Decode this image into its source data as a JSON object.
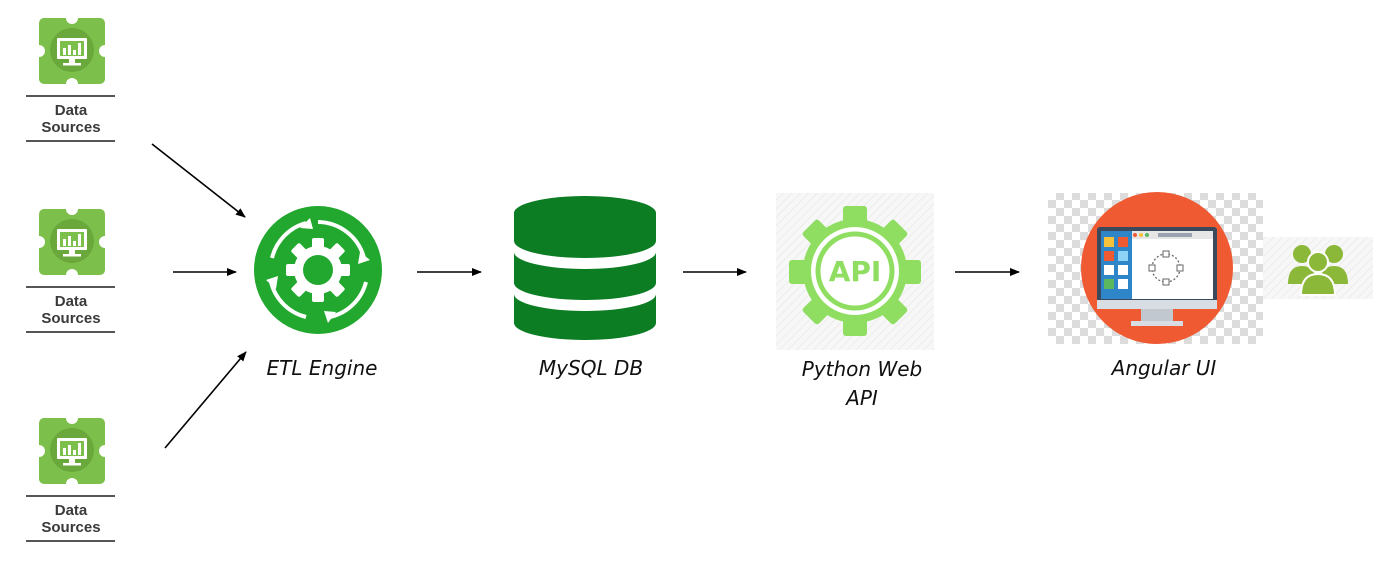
{
  "colors": {
    "data_source_green": "#7cc04b",
    "etl_green": "#22a82e",
    "db_green": "#0c7d23",
    "api_green": "#8fde61",
    "angular_red": "#ef5a33",
    "users_green": "#8cb83a",
    "arrow": "#000000"
  },
  "data_sources": [
    {
      "label_line1": "Data",
      "label_line2": "Sources",
      "icon": "monitor-chart-icon"
    },
    {
      "label_line1": "Data",
      "label_line2": "Sources",
      "icon": "monitor-chart-icon"
    },
    {
      "label_line1": "Data",
      "label_line2": "Sources",
      "icon": "monitor-chart-icon"
    }
  ],
  "stages": [
    {
      "id": "etl",
      "label": "ETL Engine",
      "icon": "gear-cycle-icon"
    },
    {
      "id": "db",
      "label": "MySQL DB",
      "icon": "database-icon"
    },
    {
      "id": "api",
      "label_line1": "Python Web",
      "label_line2": "API",
      "icon_text": "API",
      "icon": "api-gear-icon"
    },
    {
      "id": "ui",
      "label": "Angular UI",
      "icon": "monitor-ui-icon"
    }
  ],
  "users": {
    "icon": "users-group-icon"
  },
  "flow": [
    "data_sources.0 -> etl",
    "data_sources.1 -> etl",
    "data_sources.2 -> etl",
    "etl -> db",
    "db -> api",
    "api -> ui"
  ]
}
